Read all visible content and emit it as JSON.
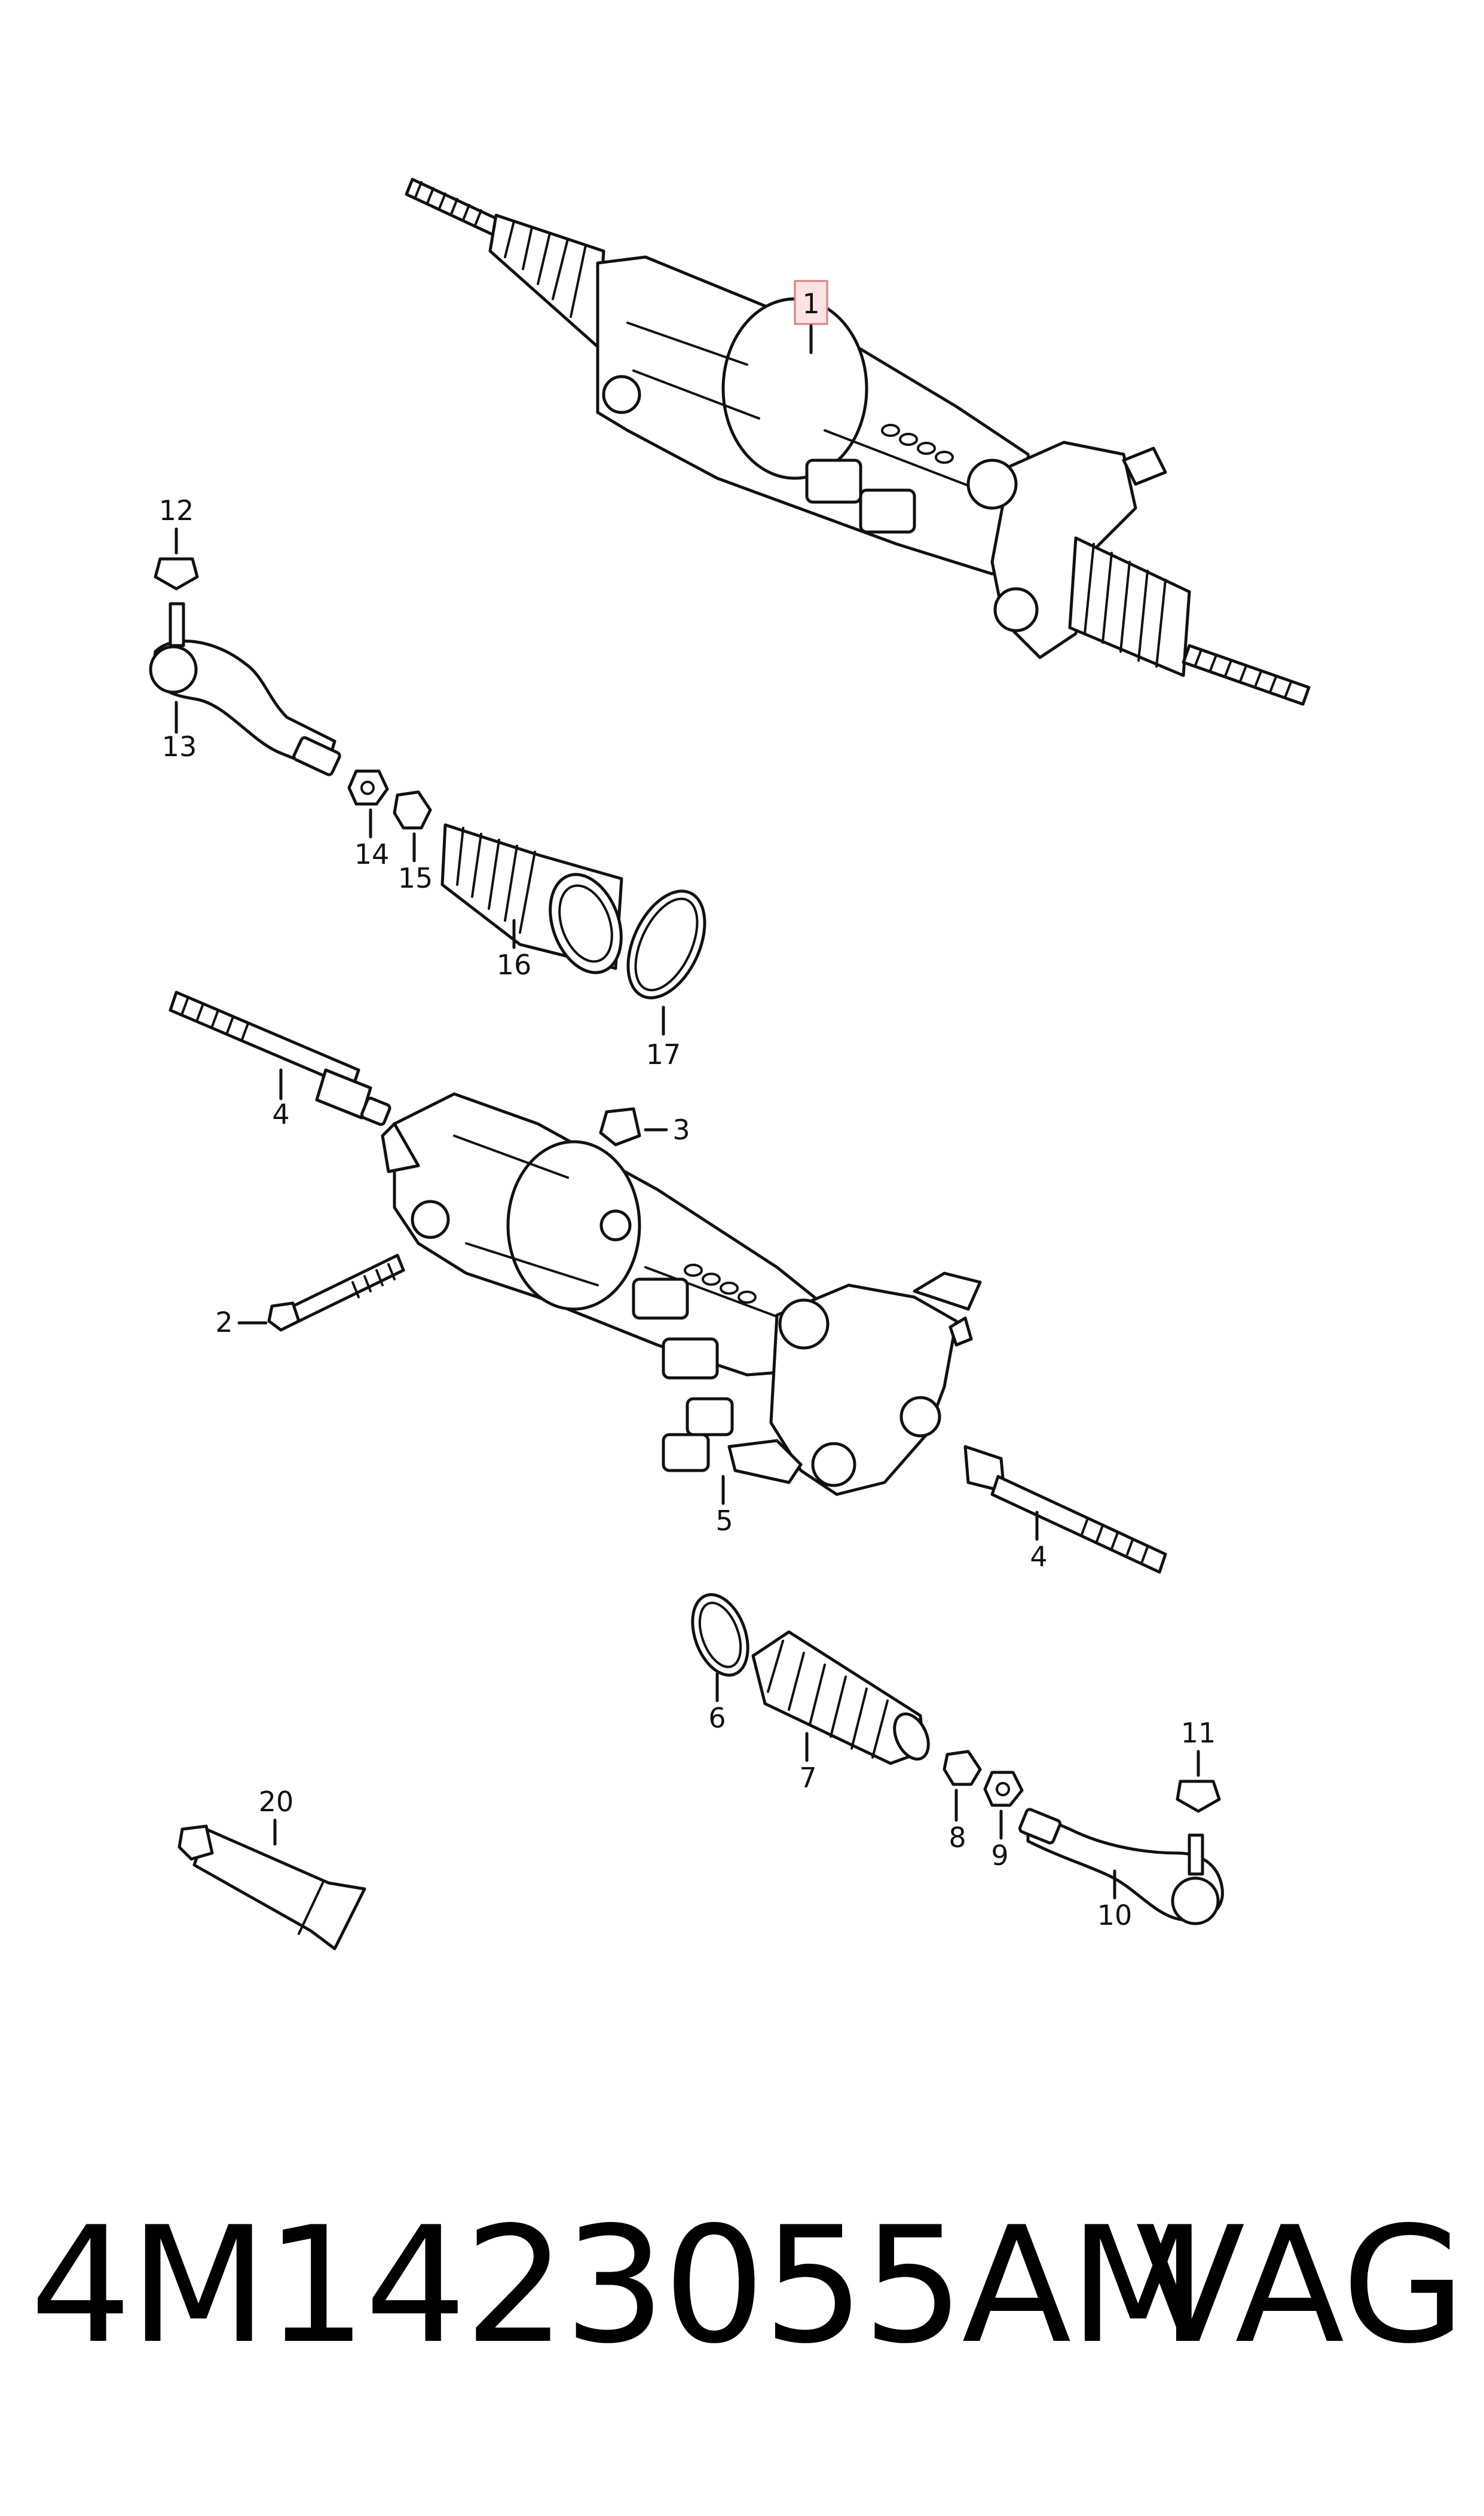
{
  "callouts": {
    "c1": "1",
    "c2": "2",
    "c3": "3",
    "c4a": "4",
    "c4b": "4",
    "c5": "5",
    "c6": "6",
    "c7": "7",
    "c8": "8",
    "c9": "9",
    "c10": "10",
    "c11": "11",
    "c12": "12",
    "c13": "13",
    "c14": "14",
    "c15": "15",
    "c16": "16",
    "c17": "17",
    "c20": "20"
  },
  "footer": {
    "part_number": "4M1423055AM",
    "brand": "VAG"
  },
  "colors": {
    "line": "#111111",
    "highlight_fill": "#fde3e3",
    "highlight_stroke": "#d98080"
  }
}
